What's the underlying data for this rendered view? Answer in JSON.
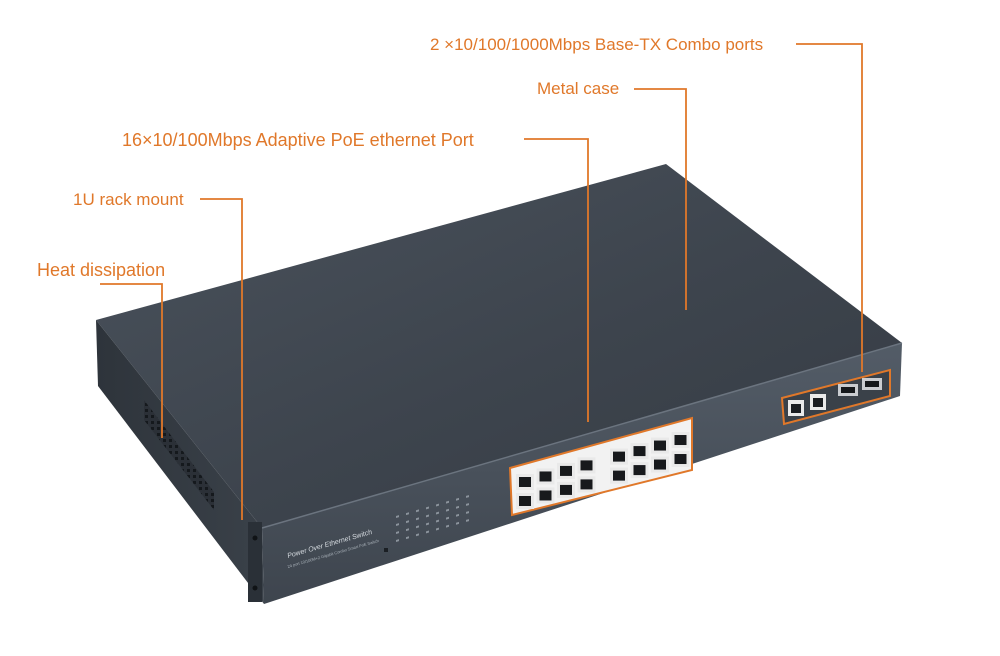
{
  "callouts": {
    "combo_ports": "2 ×10/100/1000Mbps Base-TX Combo ports",
    "metal_case": "Metal case",
    "poe_ports": "16×10/100Mbps Adaptive PoE ethernet Port",
    "rack_mount": "1U rack mount",
    "heat_dissipation": "Heat dissipation"
  },
  "device": {
    "panel_title": "Power Over Ethernet Switch",
    "panel_subtitle": "24 port 10/100M+2 Gigabit Combo Smart PoE Switch"
  },
  "colors": {
    "callout_orange": "#e0782a",
    "case_top": "#3f4650",
    "case_front": "#4a525c",
    "background": "#ffffff"
  }
}
